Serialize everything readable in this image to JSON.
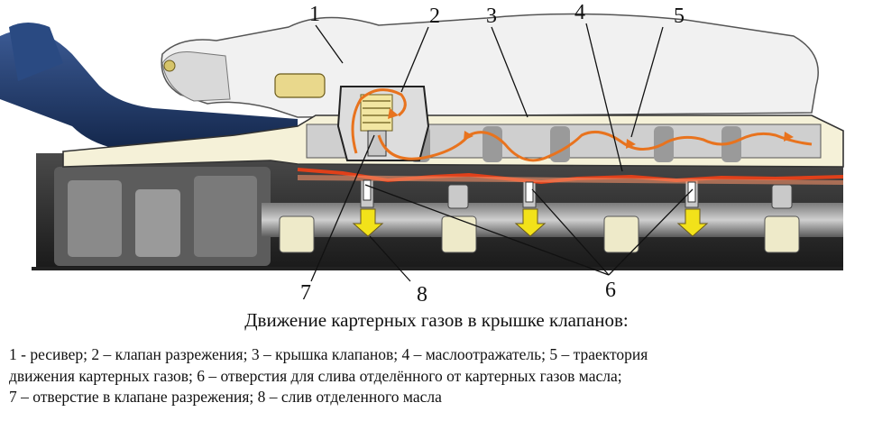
{
  "callouts": {
    "c1": "1",
    "c2": "2",
    "c3": "3",
    "c4": "4",
    "c5": "5",
    "c6": "6",
    "c7": "7",
    "c8": "8"
  },
  "caption": "Движение картерных газов в крышке клапанов:",
  "legend": {
    "line1": "1 - ресивер; 2 – клапан разрежения; 3 – крышка клапанов; 4 – маслоотражатель; 5 – траектория",
    "line2": "движения картерных газов; 6 – отверстия для слива отделённого от картерных газов масла;",
    "line3": "7 – отверстие в клапане разрежения; 8 – слив отделенного масла"
  },
  "colors": {
    "gas_trajectory": "#e8731e",
    "oil_deflector": "#e0401a",
    "drain_arrow": "#f2e21a",
    "hose": "#1e3a6e"
  }
}
